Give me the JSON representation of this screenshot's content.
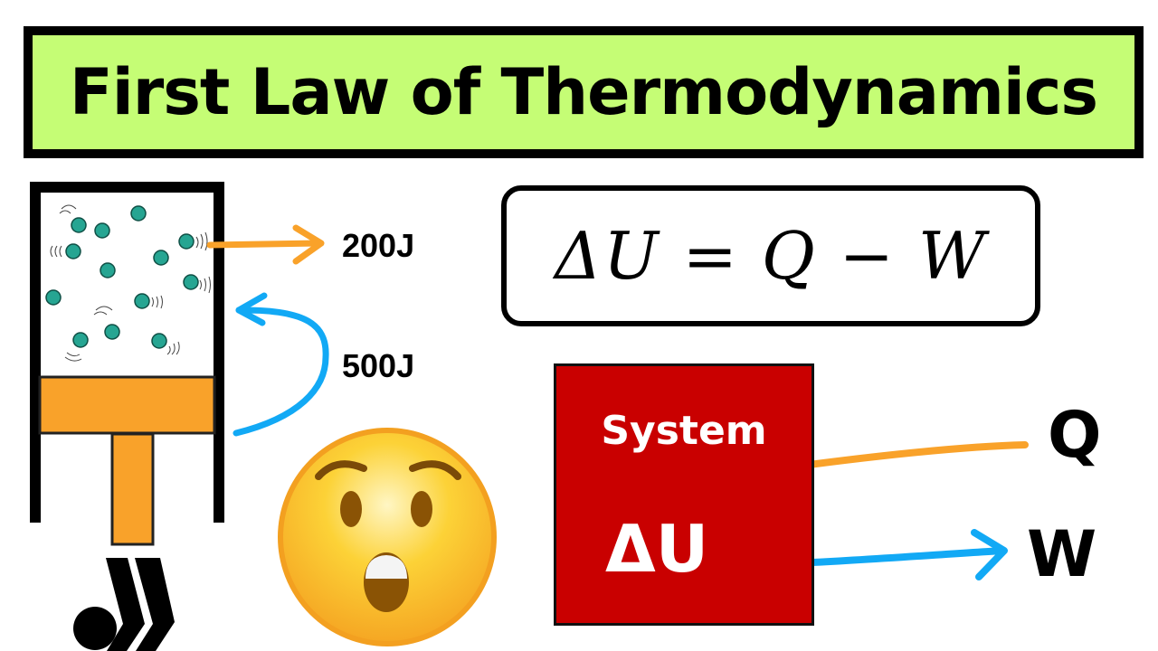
{
  "title": "First Law of Thermodynamics",
  "piston_diagram": {
    "heat_out_label": "200J",
    "heat_in_label": "500J",
    "molecule_count": 14
  },
  "equation": {
    "text": "ΔU = Q − W",
    "lhs": "ΔU",
    "rhs_terms": [
      "Q",
      "W"
    ]
  },
  "system_diagram": {
    "box_label": "System",
    "inner_label": "ΔU",
    "heat_label": "Q",
    "work_label": "W"
  },
  "reaction_emoji": "astonished-face",
  "colors": {
    "banner_bg": "#c5fd75",
    "piston_orange": "#f9a22a",
    "arrow_orange": "#f9a22a",
    "arrow_blue": "#12a9f5",
    "molecule_teal": "#26a592",
    "system_red": "#c90000"
  }
}
